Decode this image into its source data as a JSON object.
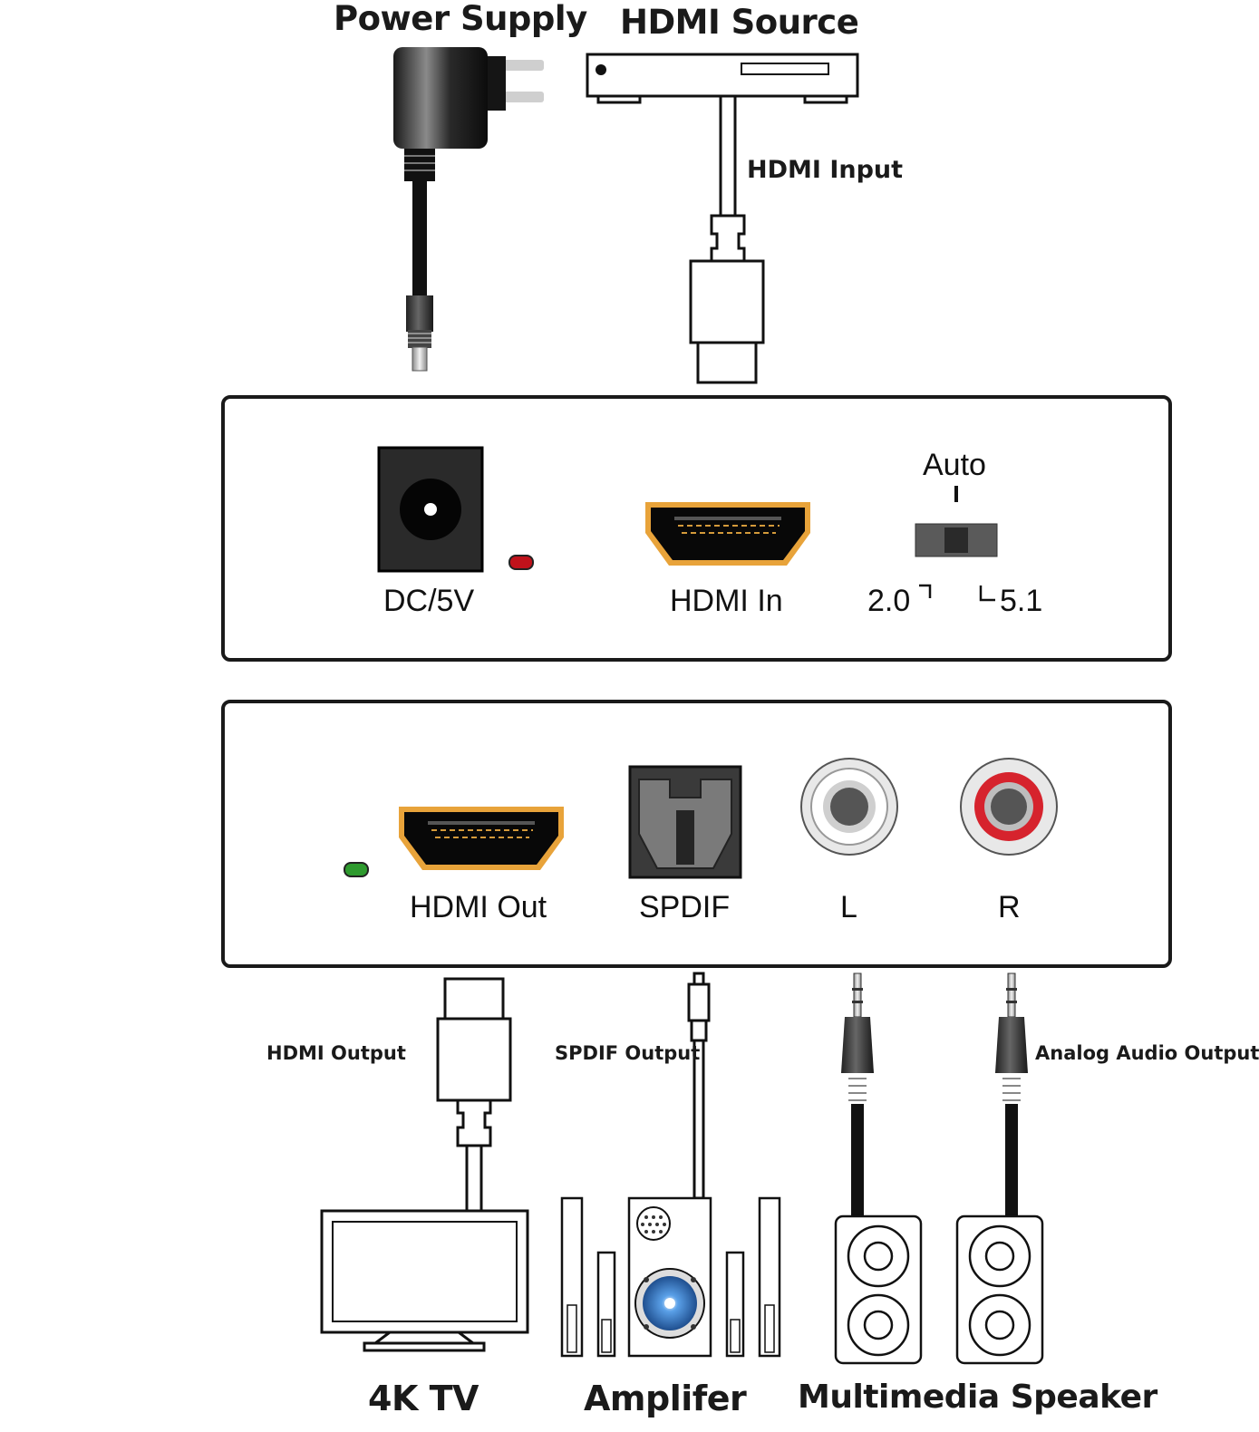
{
  "top_labels": {
    "power_supply": "Power Supply",
    "hdmi_source": "HDMI Source",
    "hdmi_input": "HDMI Input"
  },
  "input_panel": {
    "dc_label": "DC/5V",
    "hdmi_in_label": "HDMI In",
    "switch_top": "Auto",
    "switch_left": "2.0",
    "switch_right": "5.1",
    "power_led_color": "#c0121b"
  },
  "output_panel": {
    "hdmi_out_label": "HDMI Out",
    "spdif_label": "SPDIF",
    "left_label": "L",
    "right_label": "R",
    "status_led_color": "#2e9a2e"
  },
  "cable_labels": {
    "hdmi_output": "HDMI Output",
    "spdif_output": "SPDIF Output",
    "analog_output": "Analog Audio Output"
  },
  "devices": {
    "tv": "4K TV",
    "amplifier": "Amplifer",
    "speaker": "Multimedia Speaker"
  },
  "colors": {
    "hdmi_port_gold": "#e8a33a",
    "rca_right_red": "#d6232d",
    "amp_woofer_blue": "#3a7ec8"
  }
}
